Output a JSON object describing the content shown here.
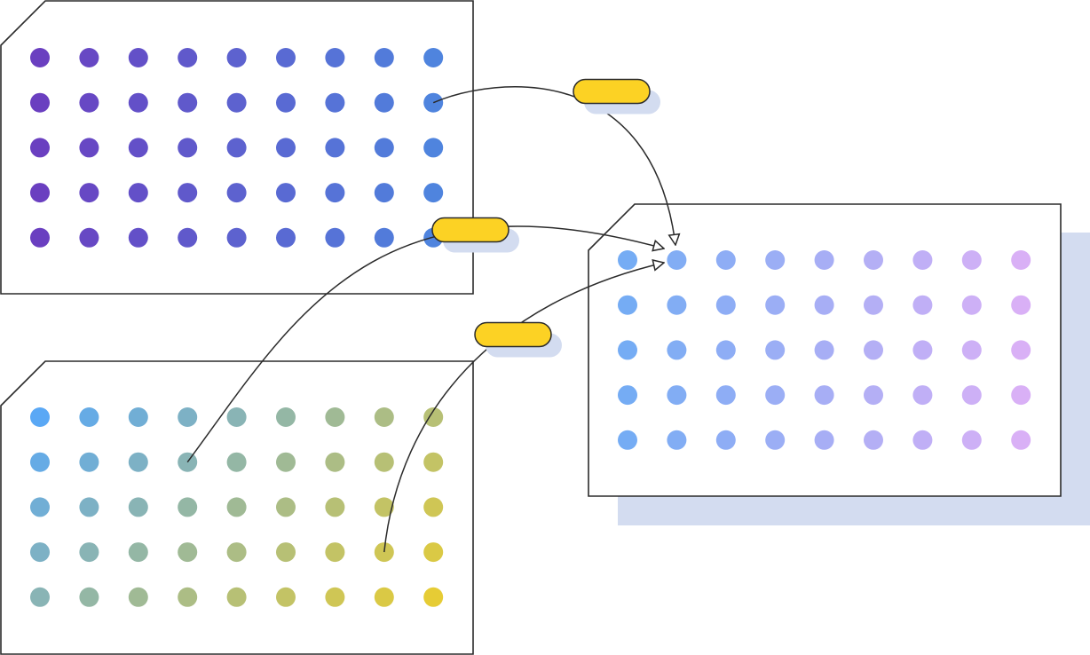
{
  "plates": [
    {
      "id": "source-plate-a",
      "rows": 5,
      "cols": 9,
      "color_scheme": "gradient-horizontal",
      "start_color": "#6a3fc0",
      "end_color": "#4f84de"
    },
    {
      "id": "source-plate-b",
      "rows": 5,
      "cols": 9,
      "color_scheme": "gradient-diagonal",
      "start_color": "#5aa8f5",
      "end_color": "#e6cc35"
    },
    {
      "id": "destination-plate",
      "rows": 5,
      "cols": 9,
      "color_scheme": "gradient-horizontal",
      "start_color": "#75acf4",
      "end_color": "#d9b0f6",
      "shadow": true
    }
  ],
  "transfers": [
    {
      "from_plate": "source-plate-a",
      "from_well": [
        1,
        8
      ],
      "to_plate": "destination-plate",
      "to_well": [
        0,
        1
      ]
    },
    {
      "from_plate": "source-plate-b",
      "from_well": [
        1,
        3
      ],
      "to_plate": "destination-plate",
      "to_well": [
        0,
        1
      ]
    },
    {
      "from_plate": "source-plate-b",
      "from_well": [
        3,
        7
      ],
      "to_plate": "destination-plate",
      "to_well": [
        0,
        1
      ]
    }
  ],
  "colors": {
    "outline": "#2b2b2b",
    "shadow": "#d3dcf0",
    "tag": "#fcd224",
    "background": "#ffffff"
  }
}
